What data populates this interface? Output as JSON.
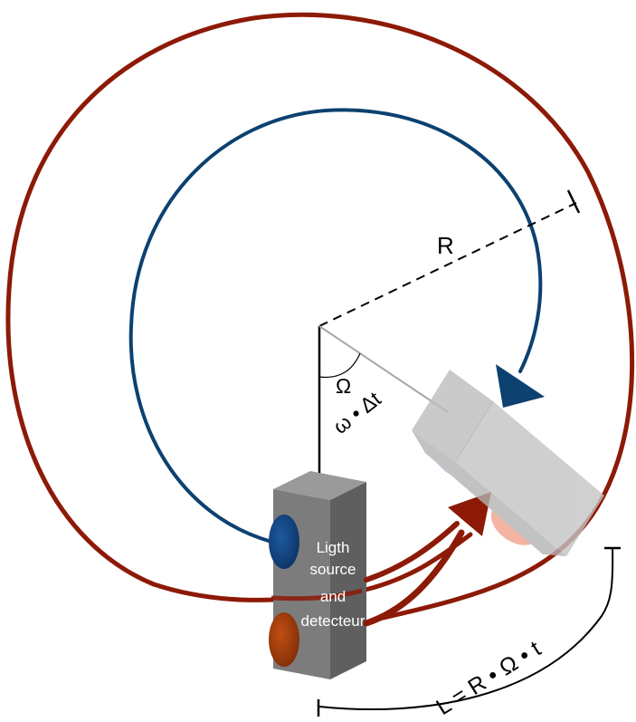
{
  "labels": {
    "radius": "R",
    "omega": "Ω",
    "omega_dt": "ω • Δt",
    "box_line1": "Ligth",
    "box_line2": "source",
    "box_line3": "and",
    "box_line4": "detecteur",
    "arc_length": "L = R • Ω • t"
  },
  "colors": {
    "red_path": "#8c1a06",
    "blue_path": "#0c4170",
    "box_front": "#7c7c7c",
    "box_top": "#9a9a9a",
    "box_side": "#5f5f5f",
    "blue_port": "#0f3e7a",
    "orange_port": "#a6400c",
    "rotated_box": "#c9c9c9"
  }
}
